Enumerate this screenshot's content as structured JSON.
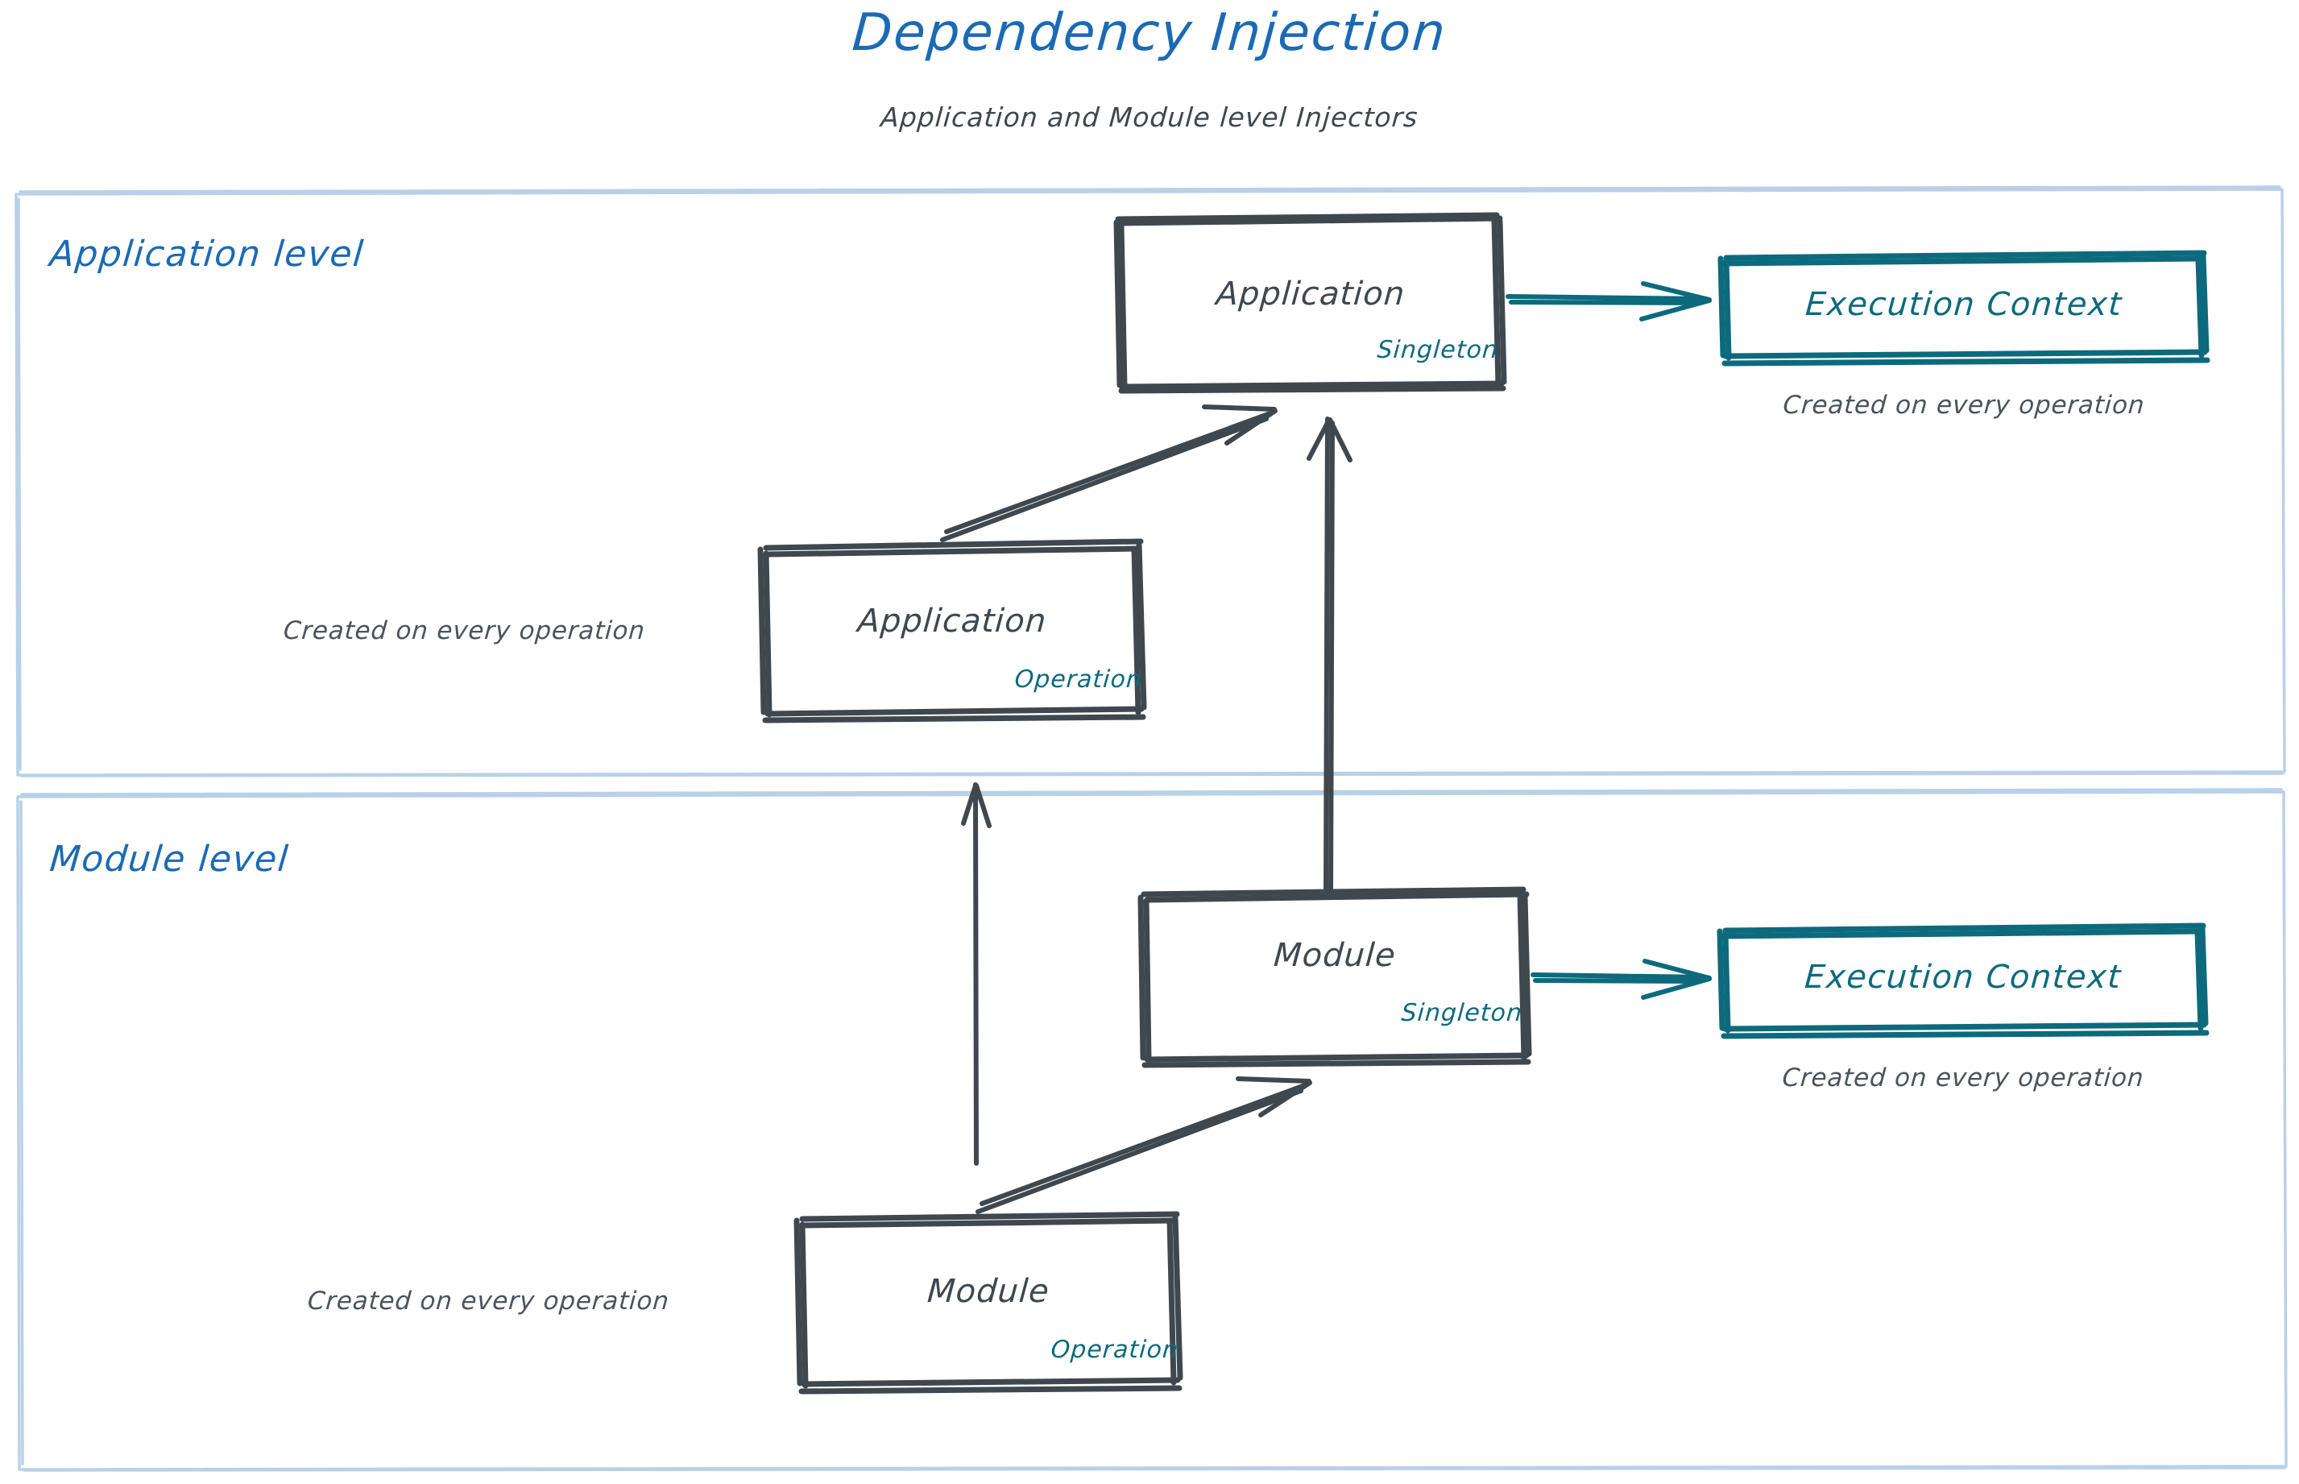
{
  "header": {
    "title": "Dependency Injection",
    "subtitle": "Application and Module level Injectors",
    "title_color": "#1b6ab4",
    "subtitle_color": "#3f474f"
  },
  "colors": {
    "accent_blue": "#1b6ab4",
    "container_border": "#b9d0e8",
    "ink_gray": "#3f474f",
    "teal": "#0d6a7d",
    "note_gray": "#4b545c",
    "background": "#ffffff"
  },
  "sections": [
    {
      "id": "application-level",
      "label": "Application level",
      "nodes": [
        {
          "id": "application-singleton",
          "title": "Application",
          "scope": "Singleton",
          "style": "gray-box"
        },
        {
          "id": "application-operation",
          "title": "Application",
          "scope": "Operation",
          "style": "gray-box",
          "note": "Created on every operation"
        },
        {
          "id": "application-execution-context",
          "title": "Execution Context",
          "style": "teal-box",
          "note": "Created on every operation"
        }
      ]
    },
    {
      "id": "module-level",
      "label": "Module level",
      "nodes": [
        {
          "id": "module-singleton",
          "title": "Module",
          "scope": "Singleton",
          "style": "gray-box"
        },
        {
          "id": "module-operation",
          "title": "Module",
          "scope": "Operation",
          "style": "gray-box",
          "note": "Created on every operation"
        },
        {
          "id": "module-execution-context",
          "title": "Execution Context",
          "style": "teal-box",
          "note": "Created on every operation"
        }
      ]
    }
  ],
  "edges": [
    {
      "id": "app-singleton-to-app-context",
      "from": "application-singleton",
      "to": "application-execution-context",
      "color": "#0d6a7d",
      "kind": "horizontal-arrow"
    },
    {
      "id": "app-operation-to-app-singleton",
      "from": "application-operation",
      "to": "application-singleton",
      "color": "#3f474f",
      "kind": "diagonal-arrow"
    },
    {
      "id": "module-singleton-to-app-singleton",
      "from": "module-singleton",
      "to": "application-singleton",
      "color": "#3f474f",
      "kind": "vertical-arrow"
    },
    {
      "id": "module-operation-to-app-operation",
      "from": "module-operation",
      "to": "application-operation",
      "color": "#3f474f",
      "kind": "vertical-arrow"
    },
    {
      "id": "module-operation-to-module-singleton",
      "from": "module-operation",
      "to": "module-singleton",
      "color": "#3f474f",
      "kind": "diagonal-arrow"
    },
    {
      "id": "module-singleton-to-module-context",
      "from": "module-singleton",
      "to": "module-execution-context",
      "color": "#0d6a7d",
      "kind": "horizontal-arrow"
    }
  ]
}
